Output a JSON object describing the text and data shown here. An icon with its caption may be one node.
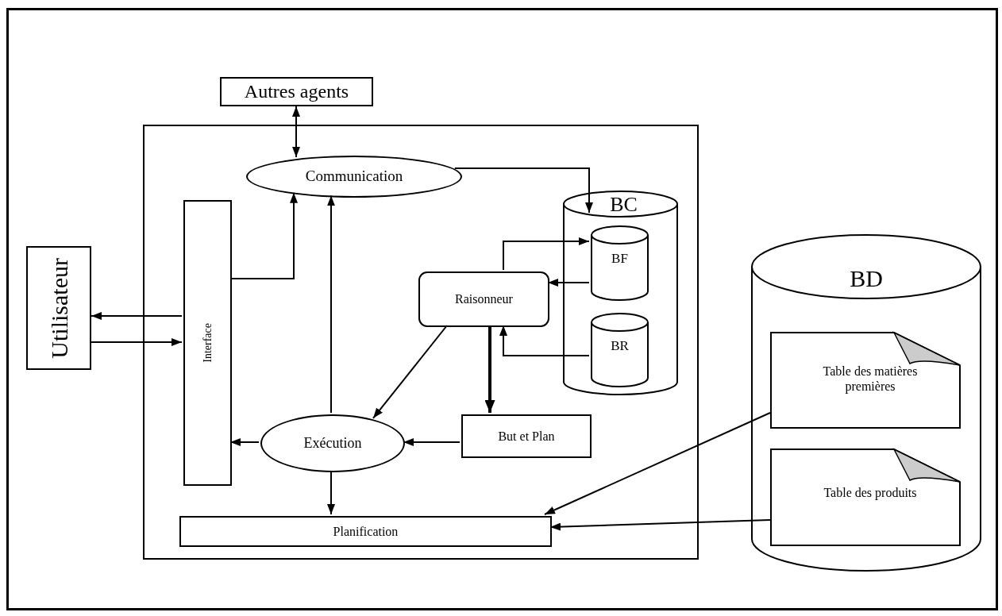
{
  "diagram": {
    "nodes": [
      {
        "text": [
          "Autres agents"
        ]
      },
      {
        "text": [],
        "shape": "box"
      },
      {
        "text": [
          "Communication"
        ],
        "in": 1
      },
      {
        "text": [
          "Interface"
        ],
        "in": 1
      },
      {
        "text": [
          "Utilisateur"
        ]
      },
      {
        "text": [
          "BC"
        ],
        "in": 1
      },
      {
        "text": [
          "BF"
        ],
        "in": 5
      },
      {
        "text": [
          "BR"
        ],
        "in": 5
      },
      {
        "text": [
          "Raisonneur"
        ],
        "in": 1
      },
      {
        "text": [
          "Exécution"
        ],
        "in": 1
      },
      {
        "text": [
          "But et Plan"
        ],
        "in": 1
      },
      {
        "text": [
          "Planification"
        ],
        "in": 1
      },
      {
        "text": [
          "BD"
        ]
      },
      {
        "text": [
          "Table des matières premières"
        ],
        "in": 12
      },
      {
        "text": [
          "Table des produits"
        ],
        "in": 12
      }
    ],
    "edges": [
      {
        "from": 0,
        "to": 2,
        "arrow": "both"
      },
      {
        "from": 3,
        "to": 2,
        "arrow": "to"
      },
      {
        "from": 9,
        "to": 2,
        "arrow": "to"
      },
      {
        "from": 2,
        "to": 5,
        "arrow": "to"
      },
      {
        "from": 3,
        "to": 4,
        "arrow": "to"
      },
      {
        "from": 4,
        "to": 3,
        "arrow": "to"
      },
      {
        "from": 8,
        "to": 6,
        "arrow": "to"
      },
      {
        "from": 6,
        "to": 8,
        "arrow": "to"
      },
      {
        "from": 7,
        "to": 8,
        "arrow": "to"
      },
      {
        "from": 8,
        "to": 10,
        "arrow": "to",
        "style": "thick"
      },
      {
        "from": 8,
        "to": 9,
        "arrow": "to"
      },
      {
        "from": 10,
        "to": 9,
        "arrow": "to"
      },
      {
        "from": 9,
        "to": 3,
        "arrow": "to"
      },
      {
        "from": 9,
        "to": 11,
        "arrow": "to"
      },
      {
        "from": 13,
        "to": 11,
        "arrow": "to"
      },
      {
        "from": 14,
        "to": 11,
        "arrow": "to"
      }
    ]
  }
}
